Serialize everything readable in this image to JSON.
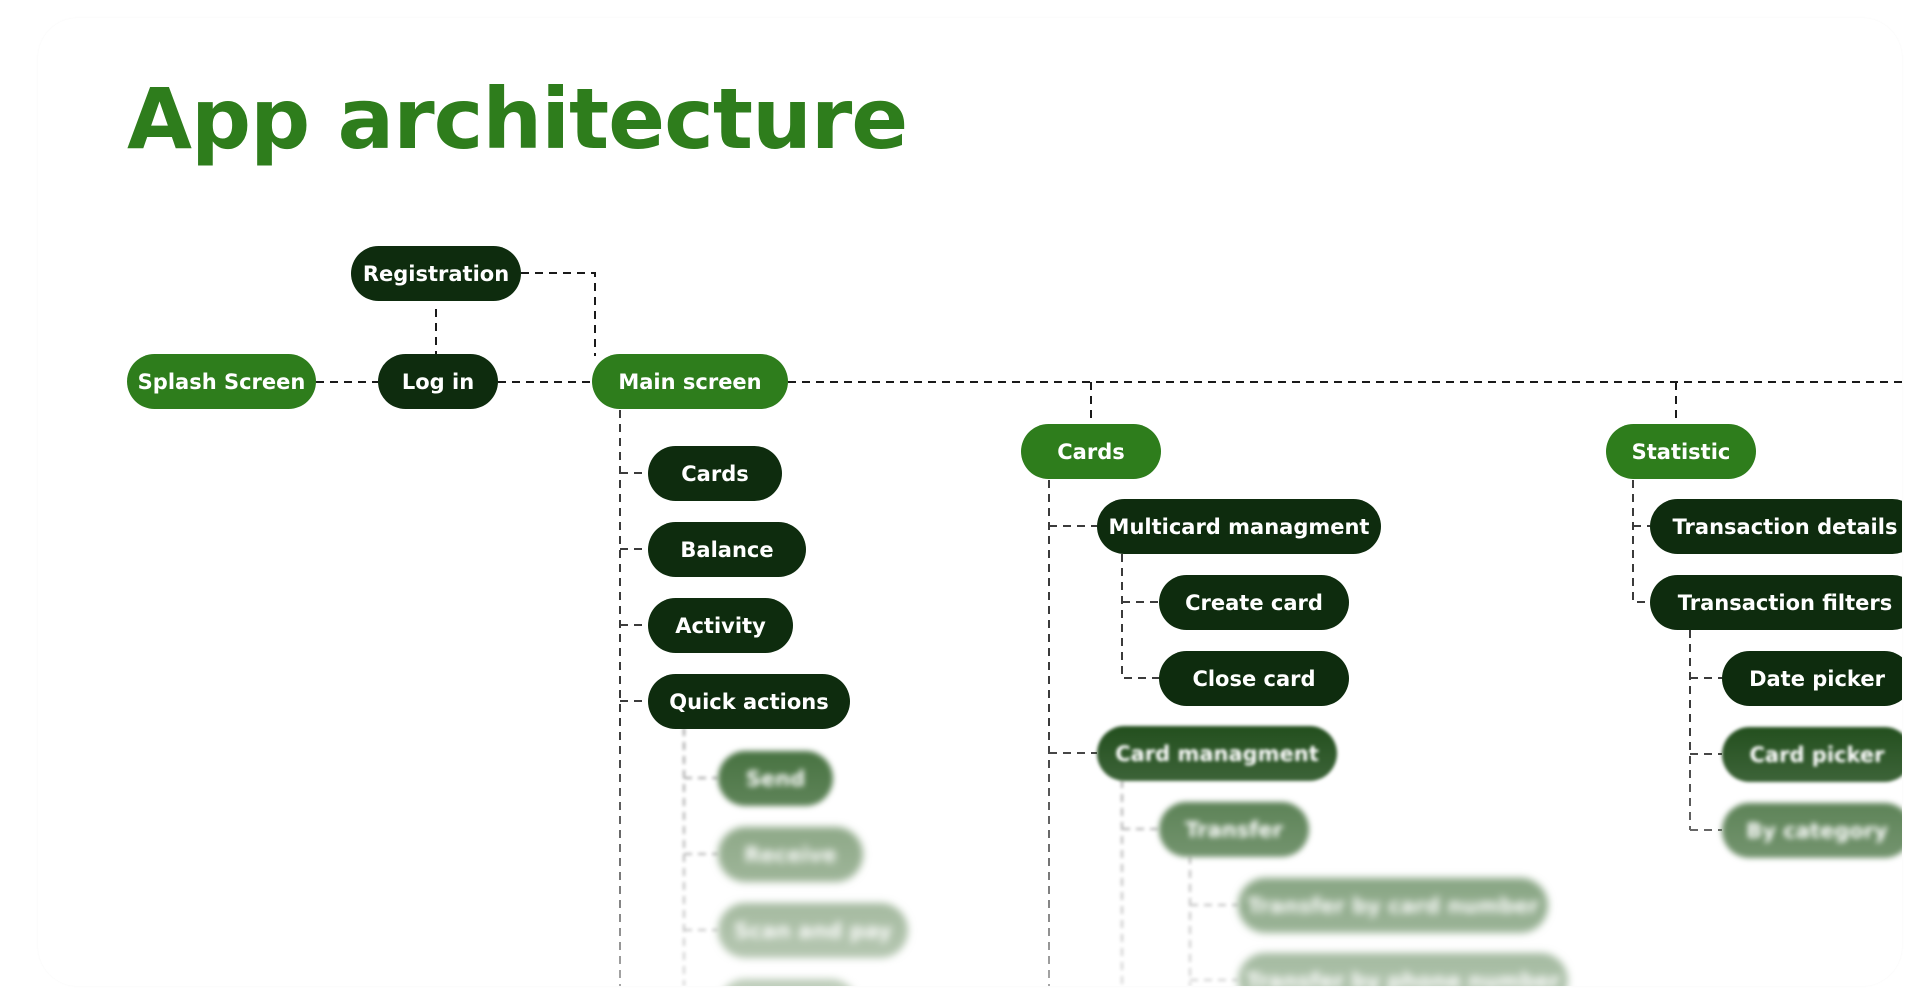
{
  "title": "App architecture",
  "colors": {
    "accent": "#2e7d1c",
    "dark": "#0e2c0e",
    "line": "#1a1a1a"
  },
  "nodes": {
    "registration": "Registration",
    "splash": "Splash Screen",
    "login": "Log in",
    "main": "Main screen",
    "main_cards": "Cards",
    "balance": "Balance",
    "activity": "Activity",
    "quick_actions": "Quick actions",
    "send": "Send",
    "receive": "Receive",
    "scan_and_pay": "Scan and pay",
    "cards": "Cards",
    "multicard": "Multicard managment",
    "create_card": "Create card",
    "close_card": "Close card",
    "card_management": "Card managment",
    "transfer": "Transfer",
    "transfer_card_number": "Transfer by card number",
    "transfer_phone_number": "Transfer by phone number",
    "statistic": "Statistic",
    "transaction_details": "Transaction details",
    "transaction_filters": "Transaction filters",
    "date_picker": "Date picker",
    "card_picker": "Card picker",
    "by_category": "By category"
  }
}
